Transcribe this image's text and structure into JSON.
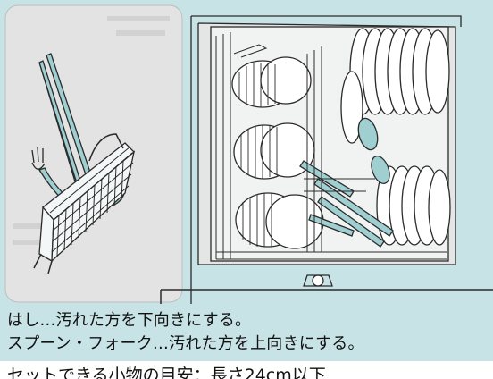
{
  "captions": {
    "line1": "はし…汚れた方を下向きにする。",
    "line2": "スプーン・フォーク…汚れた方を上向きにする。"
  },
  "note": {
    "text": "セットできる小物の目安：長さ24cm以下"
  },
  "colors": {
    "background": "#c8e3e6",
    "left_panel": "#e3e3e3",
    "rack_fill": "#f4f7f7",
    "line": "#2b2b2b",
    "utensil_teal": "#9fcfd1"
  },
  "icons": {
    "cutlery_basket": "cutlery-basket-illustration",
    "dishwasher_rack": "dishwasher-rack-illustration"
  }
}
